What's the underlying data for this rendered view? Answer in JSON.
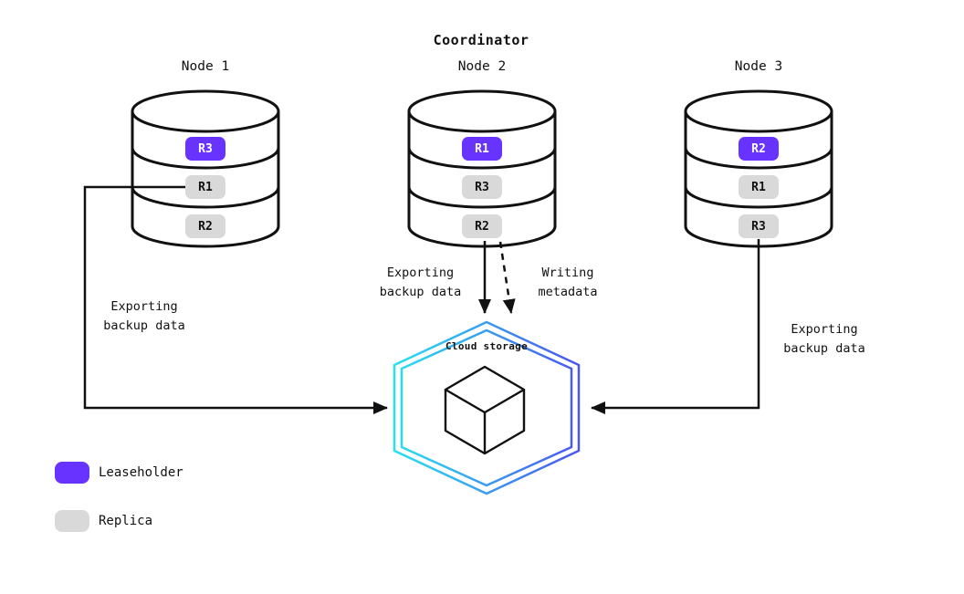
{
  "title": "Coordinator",
  "nodes": [
    {
      "label": "Node 1",
      "replicas": [
        {
          "label": "R3",
          "type": "leaseholder"
        },
        {
          "label": "R1",
          "type": "replica"
        },
        {
          "label": "R2",
          "type": "replica"
        }
      ]
    },
    {
      "label": "Node 2",
      "replicas": [
        {
          "label": "R1",
          "type": "leaseholder"
        },
        {
          "label": "R3",
          "type": "replica"
        },
        {
          "label": "R2",
          "type": "replica"
        }
      ]
    },
    {
      "label": "Node 3",
      "replicas": [
        {
          "label": "R2",
          "type": "leaseholder"
        },
        {
          "label": "R1",
          "type": "replica"
        },
        {
          "label": "R3",
          "type": "replica"
        }
      ]
    }
  ],
  "cloud_storage": {
    "label": "Cloud storage"
  },
  "edges": {
    "node1_export": {
      "label": "Exporting\nbackup data",
      "style": "solid"
    },
    "node2_export": {
      "label": "Exporting\nbackup data",
      "style": "solid"
    },
    "node2_metadata": {
      "label": "Writing\nmetadata",
      "style": "dashed"
    },
    "node3_export": {
      "label": "Exporting\nbackup data",
      "style": "solid"
    }
  },
  "legend": [
    {
      "label": "Leaseholder",
      "color": "#6933ff"
    },
    {
      "label": "Replica",
      "color": "#d9d9d9"
    }
  ],
  "colors": {
    "leaseholder": "#6933ff",
    "replica": "#d9d9d9",
    "line": "#111111",
    "hex_gradient_start": "#25e2ef",
    "hex_gradient_end": "#4d52f2"
  }
}
